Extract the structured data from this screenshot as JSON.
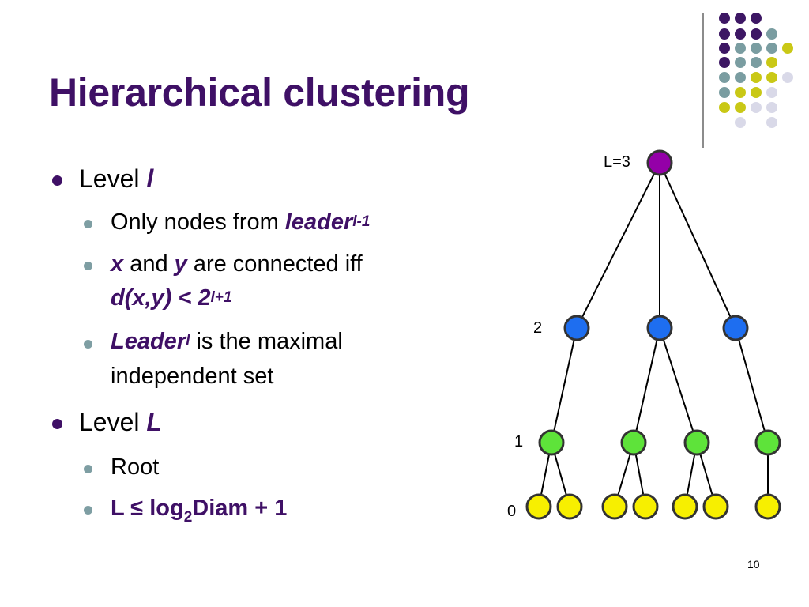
{
  "slide": {
    "title": "Hierarchical clustering",
    "page_number": "10"
  },
  "bullets": {
    "level_l": {
      "prefix": "Level ",
      "var": "l"
    },
    "only_nodes": {
      "text": "Only nodes from ",
      "em": "leader",
      "sup": "l-1"
    },
    "connected": {
      "x": "x",
      "and": " and ",
      "y": "y",
      "rest": " are connected iff",
      "cond": "d(x,y) < 2",
      "sup": "l+1"
    },
    "leader_def": {
      "em": "Leader",
      "sup": "l",
      "rest": " is the maximal",
      "line2": "independent set"
    },
    "level_L": {
      "prefix": "Level ",
      "var": "L"
    },
    "root": {
      "text": "Root"
    },
    "bound": {
      "pre": "L ≤ log",
      "sub": "2",
      "post": "Diam + 1"
    }
  },
  "tree": {
    "level_labels": {
      "top": "L=3",
      "l2": "2",
      "l1": "1",
      "l0": "0"
    },
    "colors": {
      "level3": "#9400a8",
      "level2": "#1e6ef0",
      "level1": "#5ee33a",
      "level0": "#f7ef00",
      "outline": "#333333",
      "edge": "#000000"
    }
  },
  "decoration": {
    "colors": {
      "purple": "#3d1764",
      "teal": "#7a9da1",
      "olive": "#c9c816",
      "lavender": "#d9d9e8",
      "divider": "#8c8c8c"
    }
  }
}
